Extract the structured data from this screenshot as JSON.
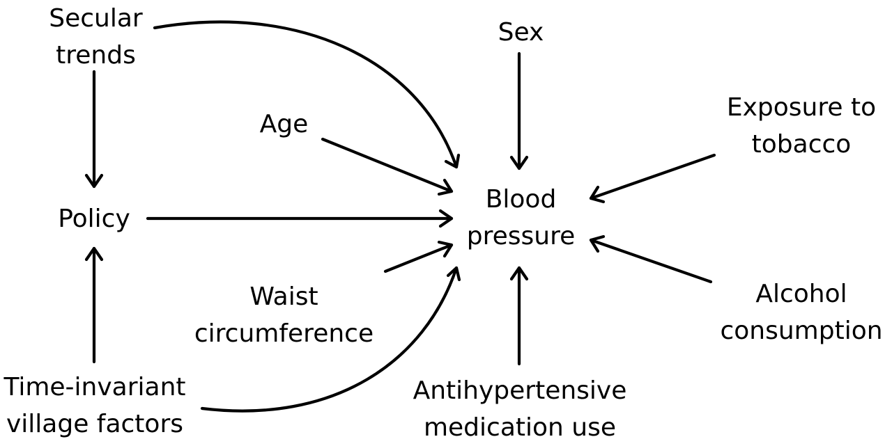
{
  "nodes": {
    "secular_trends": {
      "lines": [
        "Secular",
        "trends"
      ]
    },
    "policy": {
      "lines": [
        "Policy"
      ]
    },
    "time_invariant": {
      "lines": [
        "Time-invariant",
        "village factors"
      ]
    },
    "age": {
      "lines": [
        "Age"
      ]
    },
    "waist": {
      "lines": [
        "Waist",
        "circumference"
      ]
    },
    "sex": {
      "lines": [
        "Sex"
      ]
    },
    "blood_pressure": {
      "lines": [
        "Blood",
        "pressure"
      ]
    },
    "antihypertensive": {
      "lines": [
        "Antihypertensive",
        "medication use"
      ]
    },
    "tobacco": {
      "lines": [
        "Exposure to",
        "tobacco"
      ]
    },
    "alcohol": {
      "lines": [
        "Alcohol",
        "consumption"
      ]
    }
  },
  "edges": [
    {
      "from": "Secular trends",
      "to": "Policy"
    },
    {
      "from": "Secular trends",
      "to": "Blood pressure"
    },
    {
      "from": "Time-invariant village factors",
      "to": "Policy"
    },
    {
      "from": "Time-invariant village factors",
      "to": "Blood pressure"
    },
    {
      "from": "Policy",
      "to": "Blood pressure"
    },
    {
      "from": "Age",
      "to": "Blood pressure"
    },
    {
      "from": "Waist circumference",
      "to": "Blood pressure"
    },
    {
      "from": "Sex",
      "to": "Blood pressure"
    },
    {
      "from": "Antihypertensive medication use",
      "to": "Blood pressure"
    },
    {
      "from": "Exposure to tobacco",
      "to": "Blood pressure"
    },
    {
      "from": "Alcohol consumption",
      "to": "Blood pressure"
    }
  ]
}
